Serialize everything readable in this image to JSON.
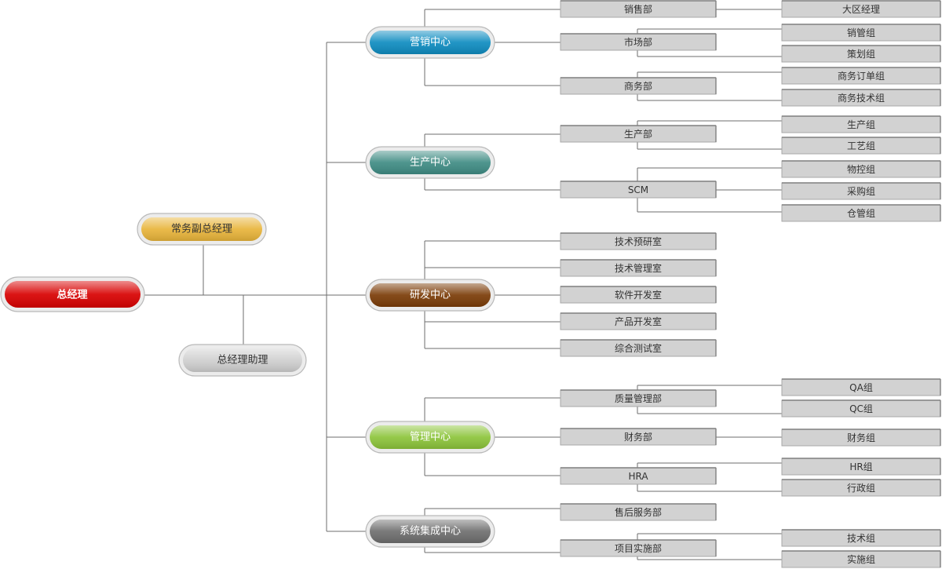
{
  "root": "总经理",
  "deputy": "常务副总经理",
  "assistant": "总经理助理",
  "colors": {
    "root": "#d80000",
    "deputy": "#e8b43a",
    "assistant": "#cfcfcf",
    "marketing": "#0e8cc0",
    "production": "#3f8c84",
    "rnd": "#7a3b06",
    "management": "#8cc43a",
    "integration": "#6e6e6e"
  },
  "centers": [
    {
      "name": "营销中心",
      "departments": [
        {
          "name": "销售部",
          "groups": [
            "大区经理"
          ]
        },
        {
          "name": "市场部",
          "groups": [
            "销管组",
            "策划组"
          ]
        },
        {
          "name": "商务部",
          "groups": [
            "商务订单组",
            "商务技术组"
          ]
        }
      ]
    },
    {
      "name": "生产中心",
      "departments": [
        {
          "name": "生产部",
          "groups": [
            "生产组",
            "工艺组"
          ]
        },
        {
          "name": "SCM",
          "groups": [
            "物控组",
            "采购组",
            "仓管组"
          ]
        }
      ]
    },
    {
      "name": "研发中心",
      "departments": [
        {
          "name": "技术预研室",
          "groups": []
        },
        {
          "name": "技术管理室",
          "groups": []
        },
        {
          "name": "软件开发室",
          "groups": []
        },
        {
          "name": "产品开发室",
          "groups": []
        },
        {
          "name": "综合测试室",
          "groups": []
        }
      ]
    },
    {
      "name": "管理中心",
      "departments": [
        {
          "name": "质量管理部",
          "groups": [
            "QA组",
            "QC组"
          ]
        },
        {
          "name": "财务部",
          "groups": [
            "财务组"
          ]
        },
        {
          "name": "HRA",
          "groups": [
            "HR组",
            "行政组"
          ]
        }
      ]
    },
    {
      "name": "系统集成中心",
      "departments": [
        {
          "name": "售后服务部",
          "groups": []
        },
        {
          "name": "项目实施部",
          "groups": [
            "技术组",
            "实施组"
          ]
        }
      ]
    }
  ]
}
